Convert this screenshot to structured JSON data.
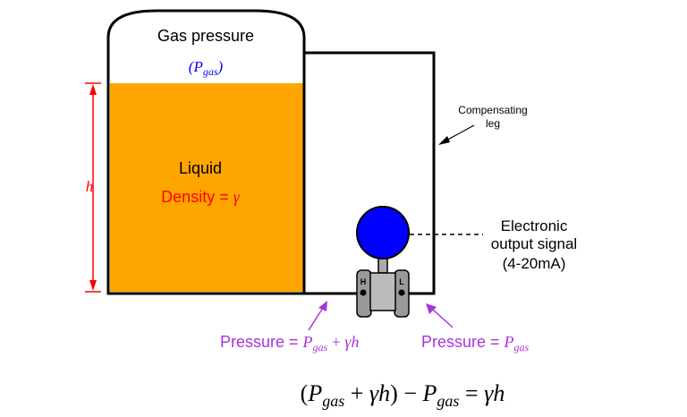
{
  "tank": {
    "gas_label": "Gas pressure",
    "gas_symbol_open": "(",
    "gas_symbol_main": "P",
    "gas_symbol_sub": "gas",
    "gas_symbol_close": ")",
    "liquid_label": "Liquid",
    "density_label": "Density = ",
    "density_symbol": "γ",
    "height_symbol": "h"
  },
  "compensating_leg": {
    "line1": "Compensating",
    "line2": "leg"
  },
  "transmitter": {
    "high_port": "H",
    "low_port": "L"
  },
  "output_signal": {
    "line1": "Electronic",
    "line2": "output signal",
    "line3": "(4-20mA)"
  },
  "pressure_high": {
    "prefix": "Pressure = ",
    "p": "P",
    "sub": "gas",
    "plus": " + ",
    "gamma_h": "γh"
  },
  "pressure_low": {
    "prefix": "Pressure = ",
    "p": "P",
    "sub": "gas"
  },
  "equation": {
    "lparen": "(",
    "p1": "P",
    "sub1": "gas",
    "plus": " + ",
    "gh1": "γh",
    "rparen": ")",
    "minus": " − ",
    "p2": "P",
    "sub2": "gas",
    "equals": " = ",
    "gh2": "γh"
  },
  "colors": {
    "liquid": "#ffa500",
    "dimension": "#ff0000",
    "gas_symbol": "#0000ff",
    "pressure_text": "#aa33dd",
    "transmitter_dial": "#0000ff",
    "transmitter_body": "#aaaaaa"
  }
}
